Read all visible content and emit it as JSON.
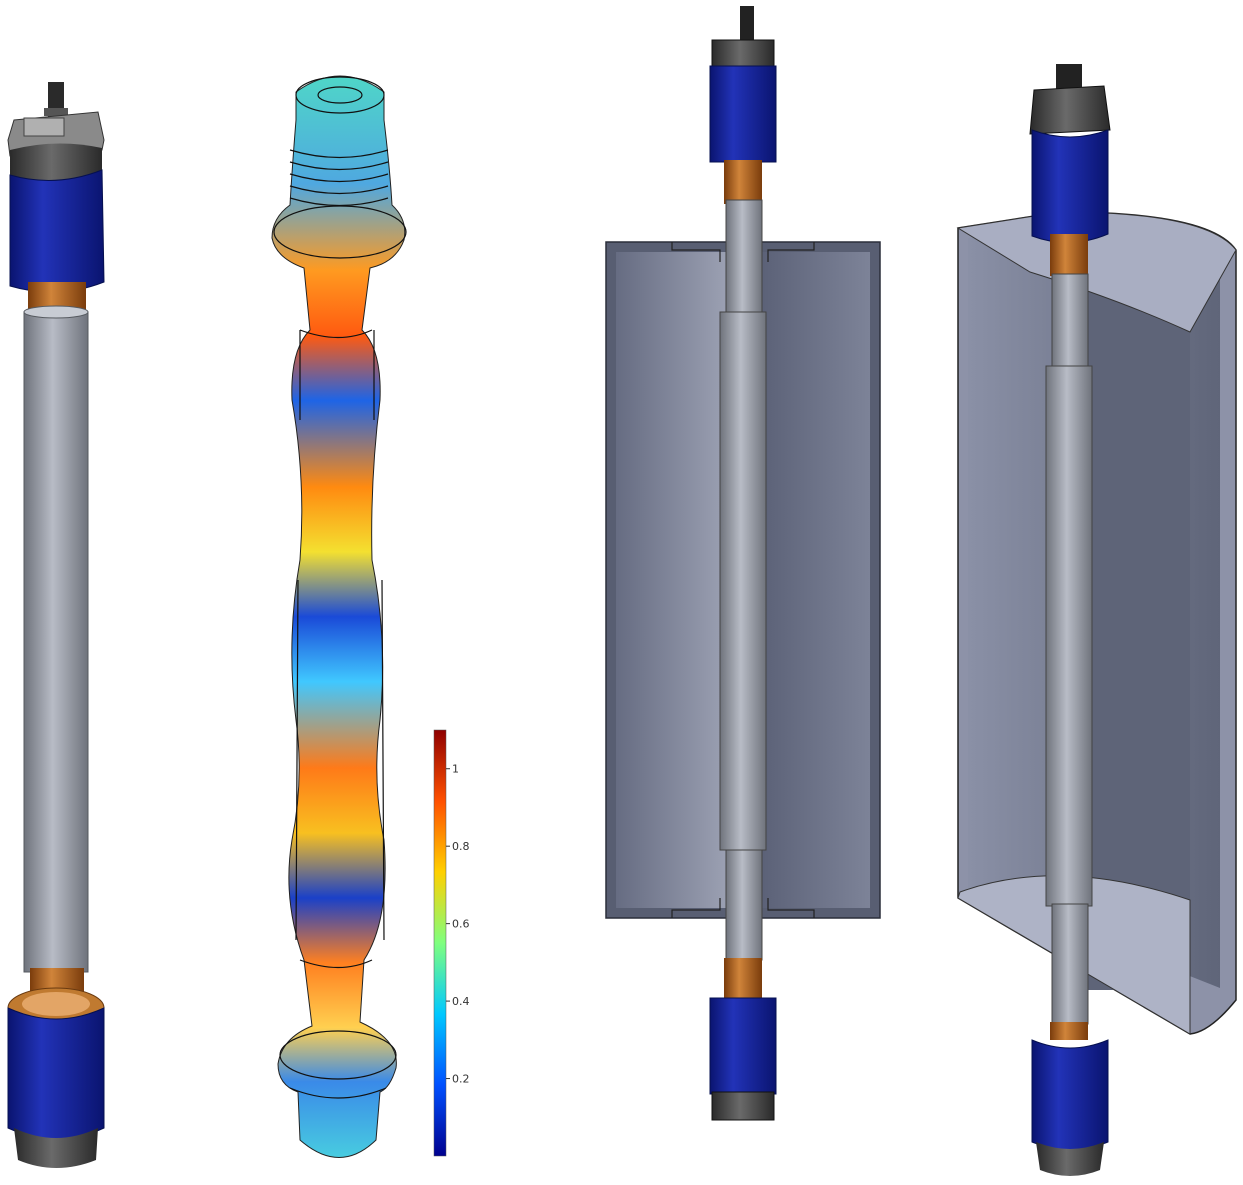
{
  "figure": {
    "panels": [
      {
        "name": "assembly-isometric"
      },
      {
        "name": "deformation-plot"
      },
      {
        "name": "section-front"
      },
      {
        "name": "section-isometric"
      }
    ]
  },
  "colors": {
    "motor_blue": "#12209a",
    "copper": "#b4631e",
    "shaft_grey": "#9da2ad",
    "housing_grey": "#6d7388",
    "cap_dark": "#3c3c3c"
  },
  "colorbar": {
    "min": 0.0,
    "max": 1.1,
    "ticks": [
      {
        "value": 1.0,
        "label": "1"
      },
      {
        "value": 0.8,
        "label": "0.8"
      },
      {
        "value": 0.6,
        "label": "0.6"
      },
      {
        "value": 0.4,
        "label": "0.4"
      },
      {
        "value": 0.2,
        "label": "0.2"
      }
    ],
    "stops": [
      "#00008f",
      "#0050ff",
      "#00c8ff",
      "#7fff7f",
      "#ffd000",
      "#ff5000",
      "#8f0000"
    ]
  },
  "icons": [
    "motor-icon",
    "shaft-icon",
    "housing-icon"
  ]
}
